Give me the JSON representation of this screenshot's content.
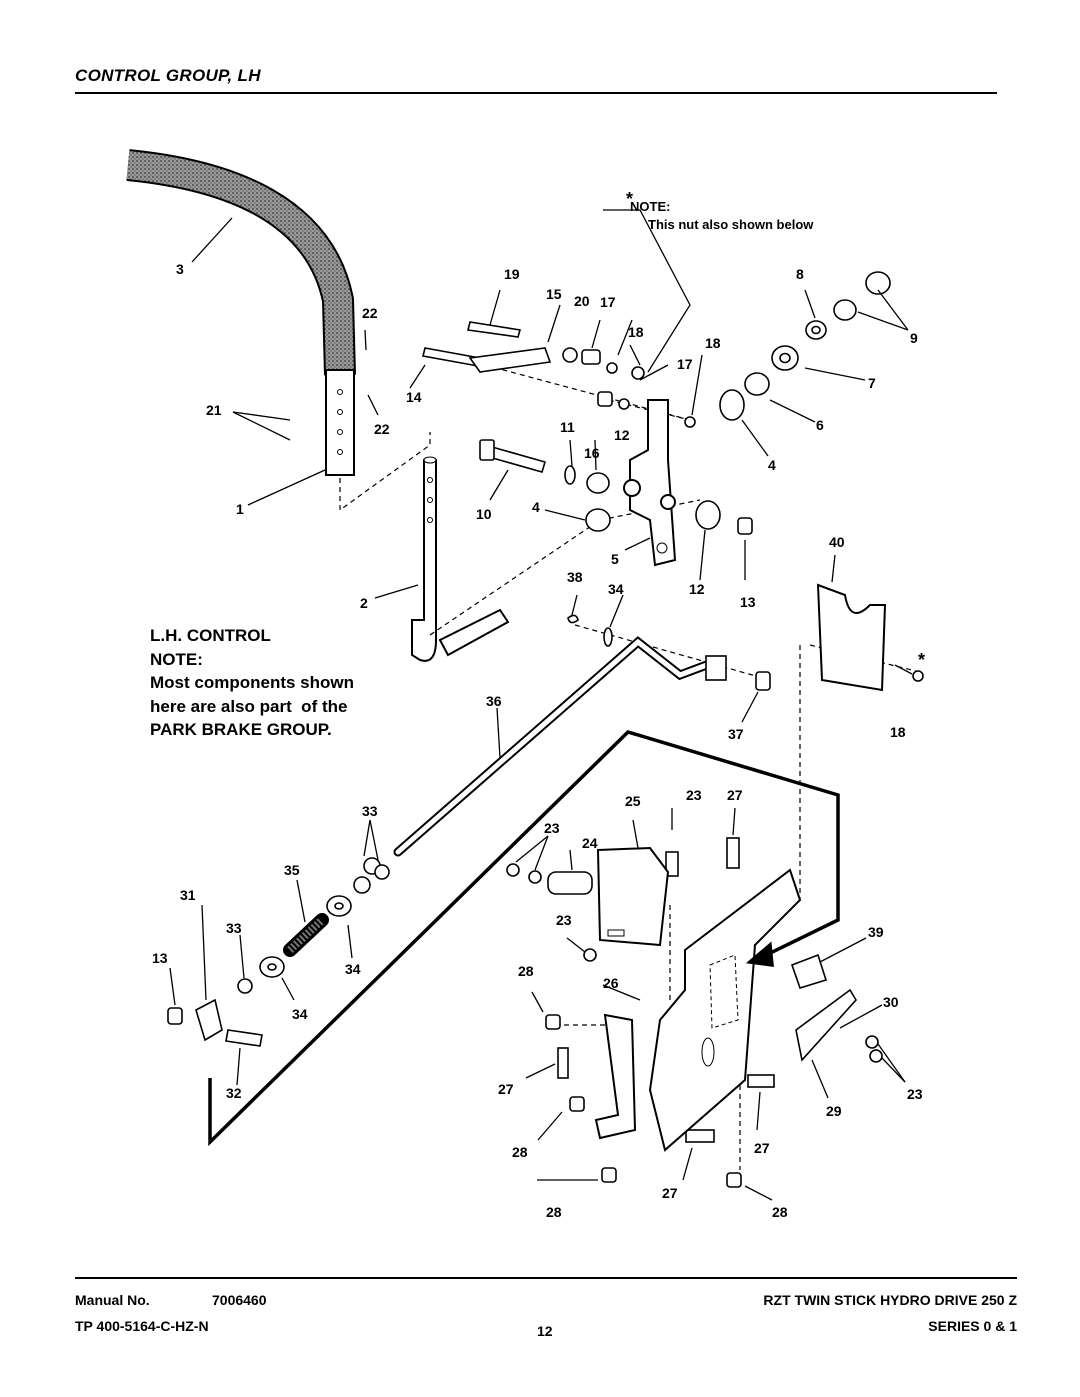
{
  "header": {
    "title": "CONTROL GROUP, LH"
  },
  "star_note": {
    "label": "NOTE:",
    "text": "This nut also shown below"
  },
  "lh_note": {
    "heading": "L.H. CONTROL",
    "note_label": "NOTE:",
    "line1": "Most components shown",
    "line2": "here are also part  of the",
    "line3": "PARK BRAKE GROUP."
  },
  "callouts": [
    "1",
    "2",
    "3",
    "4",
    "4",
    "5",
    "6",
    "7",
    "8",
    "9",
    "10",
    "11",
    "12",
    "12",
    "13",
    "13",
    "14",
    "15",
    "16",
    "17",
    "17",
    "18",
    "18",
    "18",
    "19",
    "20",
    "21",
    "22",
    "22",
    "23",
    "23",
    "23",
    "23",
    "24",
    "25",
    "26",
    "27",
    "27",
    "27",
    "27",
    "28",
    "28",
    "28",
    "28",
    "29",
    "30",
    "31",
    "32",
    "33",
    "33",
    "34",
    "34",
    "34",
    "35",
    "36",
    "37",
    "38",
    "39",
    "40"
  ],
  "footer": {
    "manual_label": "Manual No.",
    "manual_number": "7006460",
    "tp_number": "TP 400-5164-C-HZ-N",
    "page_number": "12",
    "product": "RZT TWIN STICK HYDRO DRIVE 250 Z",
    "series": "SERIES 0 & 1"
  }
}
